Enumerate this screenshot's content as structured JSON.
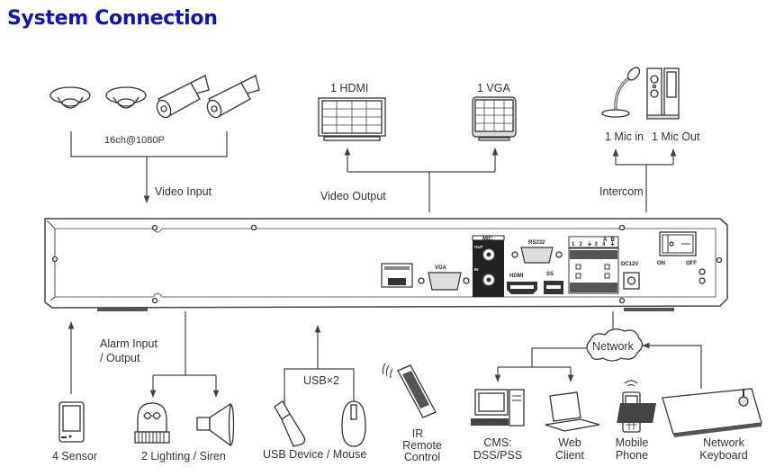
{
  "title": "System Connection",
  "colors": {
    "title": "#1010c8",
    "line": "#444444"
  },
  "inputs": {
    "cameras_label": "16ch@1080P",
    "video_input_label": "Video Input"
  },
  "outputs": {
    "hdmi_label": "1 HDMI",
    "vga_label": "1 VGA",
    "video_output_label": "Video Output"
  },
  "intercom": {
    "mic_in_label": "1 Mic in",
    "mic_out_label": "1 Mic Out",
    "intercom_label": "Intercom"
  },
  "panel": {
    "vga_port_label": "VGA",
    "mic_label": "MIC",
    "mic_out_label": "OUT",
    "mic_in_label": "IN",
    "rs232_label": "RS232",
    "hdmi_port_label": "HDMI",
    "usb_port_label": "SS",
    "dc_label": "DC12V",
    "switch_on_label": "ON",
    "switch_off_label": "OFF",
    "alarm_pins": [
      "1",
      "2",
      "⏚",
      "3",
      "4",
      "⏚"
    ],
    "alarm_top": [
      "A",
      "B"
    ]
  },
  "bottom": {
    "alarm_label_1": "Alarm Input",
    "alarm_label_2": "/ Output",
    "sensor_label": "4 Sensor",
    "lighting_label": "2 Lighting / Siren",
    "usb_label": "USB×2",
    "usb_devices_label": "USB Device / Mouse",
    "ir_label_1": "IR",
    "ir_label_2": "Remote",
    "ir_label_3": "Control",
    "network_label": "Network",
    "cms_label_1": "CMS:",
    "cms_label_2": "DSS/PSS",
    "web_label_1": "Web",
    "web_label_2": "Client",
    "mobile_label_1": "Mobile",
    "mobile_label_2": "Phone",
    "keyboard_label_1": "Network",
    "keyboard_label_2": "Keyboard"
  }
}
